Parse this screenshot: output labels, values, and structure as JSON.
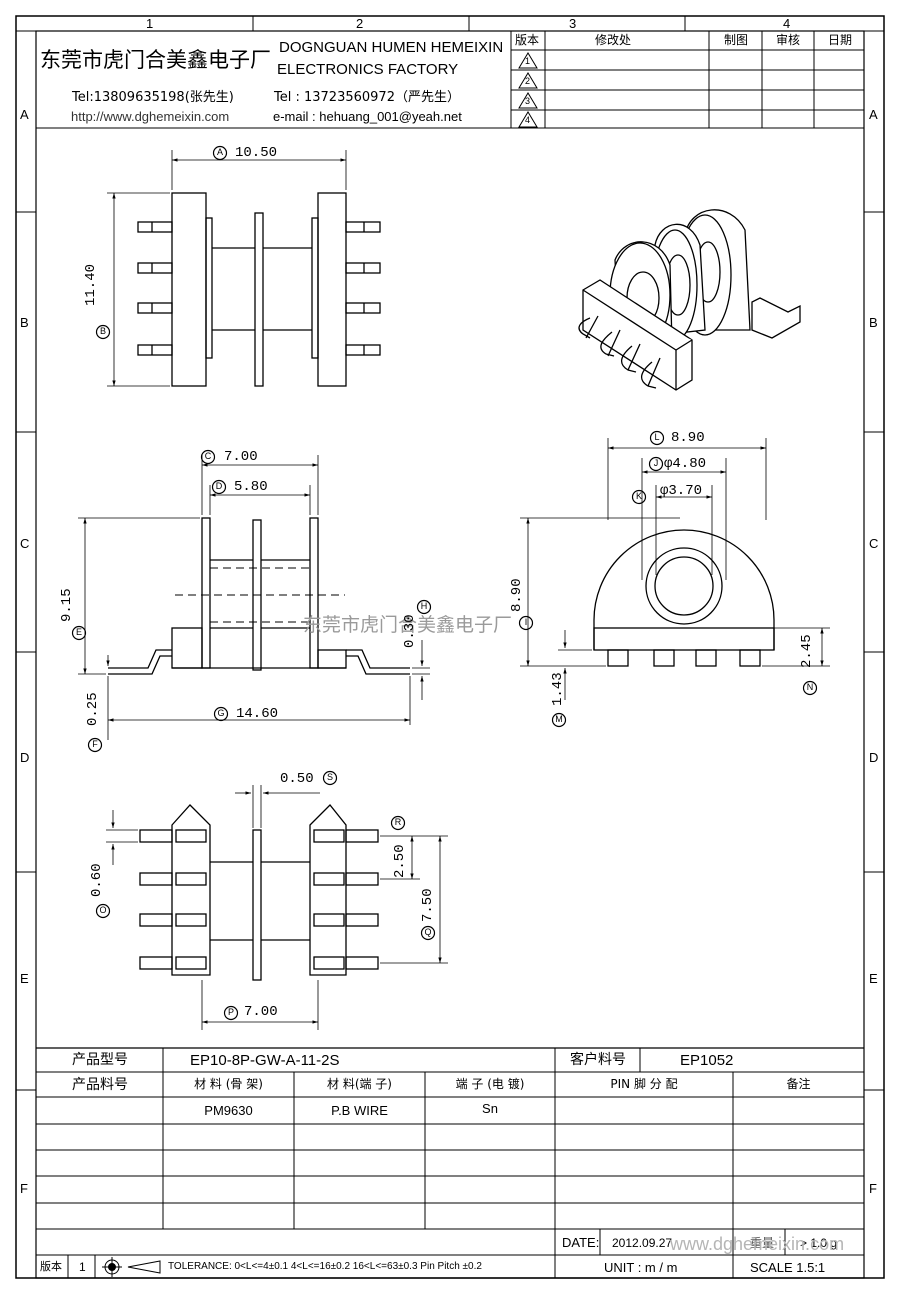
{
  "border": {
    "columns": [
      "1",
      "2",
      "3",
      "4"
    ],
    "rows": [
      "A",
      "B",
      "C",
      "D",
      "E",
      "F"
    ]
  },
  "company": {
    "name_cn": "东莞市虎门合美鑫电子厂",
    "name_en_1": "DOGNGUAN HUMEN HEMEIXIN",
    "name_en_2": "ELECTRONICS FACTORY",
    "tel1": "Tel:13809635198(张先生)",
    "tel2": "Tel : 13723560972（严先生）",
    "web": "http://www.dghemeixin.com",
    "email": "e-mail : hehuang_001@yeah.net"
  },
  "revision_table": {
    "headers": [
      "版本",
      "修改处",
      "制图",
      "审核",
      "日期"
    ],
    "rows": [
      "1",
      "2",
      "3",
      "4"
    ]
  },
  "watermark": "东莞市虎门合美鑫电子厂",
  "dimensions": {
    "A": "10.50",
    "B": "11.40",
    "C": "7.00",
    "D": "5.80",
    "E": "9.15",
    "F": "0.25",
    "G": "14.60",
    "H": "0.30",
    "I": "8.90",
    "J": "φ4.80",
    "K": "φ3.70",
    "L": "8.90",
    "M": "1.43",
    "N": "2.45",
    "O": "0.60",
    "P": "7.00",
    "Q": "7.50",
    "R": "2.50",
    "S": "0.50"
  },
  "markers": {
    "A": "A",
    "B": "B",
    "C": "C",
    "D": "D",
    "E": "E",
    "F": "F",
    "G": "G",
    "H": "H",
    "I": "I",
    "J": "J",
    "K": "K",
    "L": "L",
    "M": "M",
    "N": "N",
    "O": "O",
    "P": "P",
    "Q": "Q",
    "R": "R",
    "S": "S"
  },
  "info_table": {
    "product_model_label": "产品型号",
    "product_model": "EP10-8P-GW-A-11-2S",
    "customer_pn_label": "客户料号",
    "customer_pn": "EP1052",
    "product_pn_label": "产品料号",
    "col_material_bobbin": "材 料 (骨 架)",
    "col_material_pin": "材 料(端 子)",
    "col_plating": "端 子 (电 镀)",
    "col_pin": "PIN 脚 分 配",
    "col_remark": "备注",
    "material_bobbin": "PM9630",
    "material_pin": "P.B WIRE",
    "plating": "Sn"
  },
  "footer": {
    "date_label": "DATE:",
    "date": "2012.09.27",
    "weight_label": "重量",
    "weight": "> 1.0 g",
    "version_label": "版本",
    "version": "1",
    "tolerance": "TOLERANCE:  0<L<=4±0.1  4<L<=16±0.2  16<L<=63±0.3  Pin Pitch  ±0.2",
    "unit": "UNIT  :  m / m",
    "scale": "SCALE  1.5:1",
    "watermark_url": "www.dghemeixin.com"
  }
}
